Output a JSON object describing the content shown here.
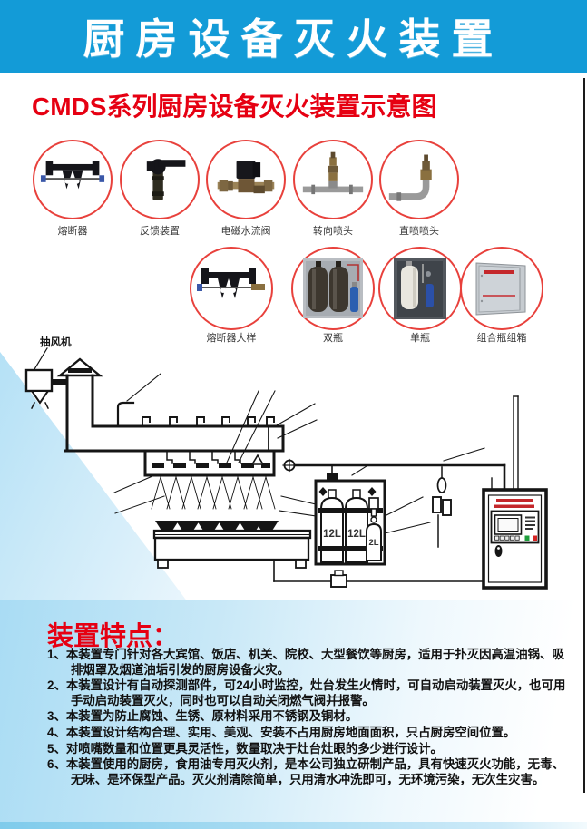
{
  "page": {
    "banner_title": "厨房设备灭火装置",
    "section_title": "CMDS系列厨房设备灭火装置示意图",
    "features_heading": "装置特点：",
    "colors": {
      "banner_blue": "#139bd7",
      "title_red": "#e60012",
      "circle_ring_red": "#e8413c",
      "background_tint_blue": "#aadcf3"
    }
  },
  "components_row1": [
    {
      "label": "熔断器",
      "icon": "fuse-icon"
    },
    {
      "label": "反馈装置",
      "icon": "feedback-device-icon"
    },
    {
      "label": "电磁水流阀",
      "icon": "solenoid-water-valve-icon"
    },
    {
      "label": "转向喷头",
      "icon": "swivel-nozzle-icon"
    },
    {
      "label": "直喷喷头",
      "icon": "straight-nozzle-icon"
    }
  ],
  "components_row2": [
    {
      "label": "熔断器大样",
      "icon": "fuse-detail-icon"
    },
    {
      "label": "双瓶",
      "icon": "double-cylinder-icon"
    },
    {
      "label": "单瓶",
      "icon": "single-cylinder-icon"
    },
    {
      "label": "组合瓶组箱",
      "icon": "combined-cylinder-cabinet-icon"
    }
  ],
  "diagram": {
    "fan_label": "抽风机",
    "cylinders": [
      "12L",
      "12L",
      "2L"
    ]
  },
  "features": [
    "1、本装置专门针对各大宾馆、饭店、机关、院校、大型餐饮等厨房，适用于扑灭因高温油锅、吸排烟罩及烟道油垢引发的厨房设备火灾。",
    "2、本装置设计有自动探测部件，可24小时监控，灶台发生火情时，可自动启动装置灭火，也可用手动启动装置灭火，同时也可以自动关闭燃气阀并报警。",
    "3、本装置为防止腐蚀、生锈、原材料采用不锈钢及铜材。",
    "4、本装置设计结构合理、实用、美观、安装不占用厨房地面面积，只占厨房空间位置。",
    "5、对喷嘴数量和位置更具灵活性，数量取决于灶台灶眼的多少进行设计。",
    "6、本装置使用的厨房，食用油专用灭火剂，是本公司独立研制产品，具有快速灭火功能，无毒、无味、是环保型产品。灭火剂清除简单，只用清水冲洗即可，无环境污染，无次生灾害。"
  ]
}
